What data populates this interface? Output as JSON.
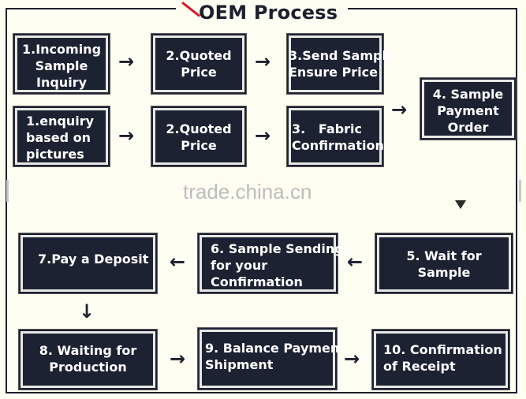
{
  "title": "OEM Process",
  "watermark": "trade.china.cn",
  "boxes": {
    "b1": "1.Incoming\nSample\nInquiry",
    "b2": "2.Quoted\nPrice",
    "b3": "3.Send Sample\nEnsure Price",
    "b4": "1.enquiry\nbased on\npictures",
    "b5": "2.Quoted\nPrice",
    "b6": "3.   Fabric\nConfirmation",
    "b7": "4. Sample\nPayment\nOrder",
    "b8": "5. Wait for\nSample",
    "b9": "6. Sample Sending\nfor your\nConfirmation",
    "b10": "7.Pay a Deposit",
    "b11": "8. Waiting for\nProduction",
    "b12": "9. Balance Payment\nShipment",
    "b13": "10. Confirmation\nof Receipt"
  },
  "arrows": {
    "right": "→",
    "left": "←",
    "down": "↓"
  }
}
